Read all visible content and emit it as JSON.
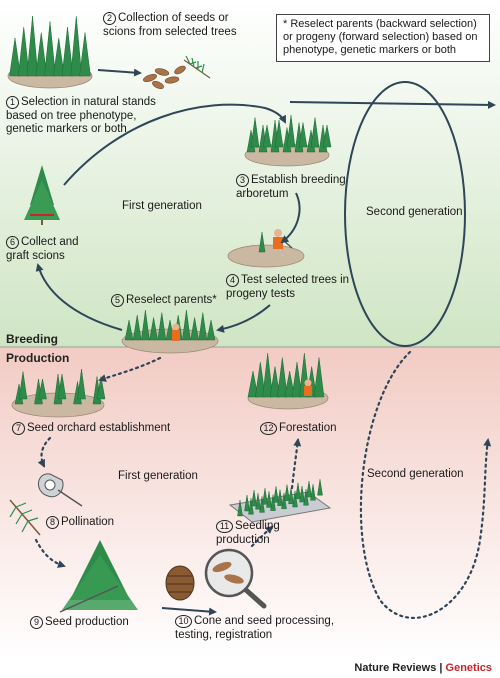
{
  "note": "* Reselect parents (backward selection) or progeny (forward selection) based on phenotype, genetic markers or both",
  "sections": {
    "breeding": "Breeding",
    "production": "Production"
  },
  "generations": {
    "breeding_first": "First generation",
    "breeding_second": "Second generation",
    "production_first": "First generation",
    "production_second": "Second generation"
  },
  "steps": [
    {
      "num": "1",
      "text": "Selection in natural stands based on tree phenotype, genetic markers or both"
    },
    {
      "num": "2",
      "text": "Collection of seeds or scions from selected trees"
    },
    {
      "num": "3",
      "text": "Establish breeding arboretum"
    },
    {
      "num": "4",
      "text": "Test selected trees in progeny tests"
    },
    {
      "num": "5",
      "text": "Reselect parents*"
    },
    {
      "num": "6",
      "text": "Collect and graft scions"
    },
    {
      "num": "7",
      "text": "Seed orchard establishment"
    },
    {
      "num": "8",
      "text": "Pollination"
    },
    {
      "num": "9",
      "text": "Seed production"
    },
    {
      "num": "10",
      "text": "Cone and seed processing, testing, registration"
    },
    {
      "num": "11",
      "text": "Seedling production"
    },
    {
      "num": "12",
      "text": "Forestation"
    }
  ],
  "credit": {
    "journal": "Nature Reviews",
    "separator": " | ",
    "section": "Genetics"
  },
  "colors": {
    "breeding_bg": "#d3e7c9",
    "production_bg": "#f3d2cc",
    "tree": "#2e8b4a",
    "arrow": "#2f4558",
    "ground": "#cbb8a3"
  }
}
